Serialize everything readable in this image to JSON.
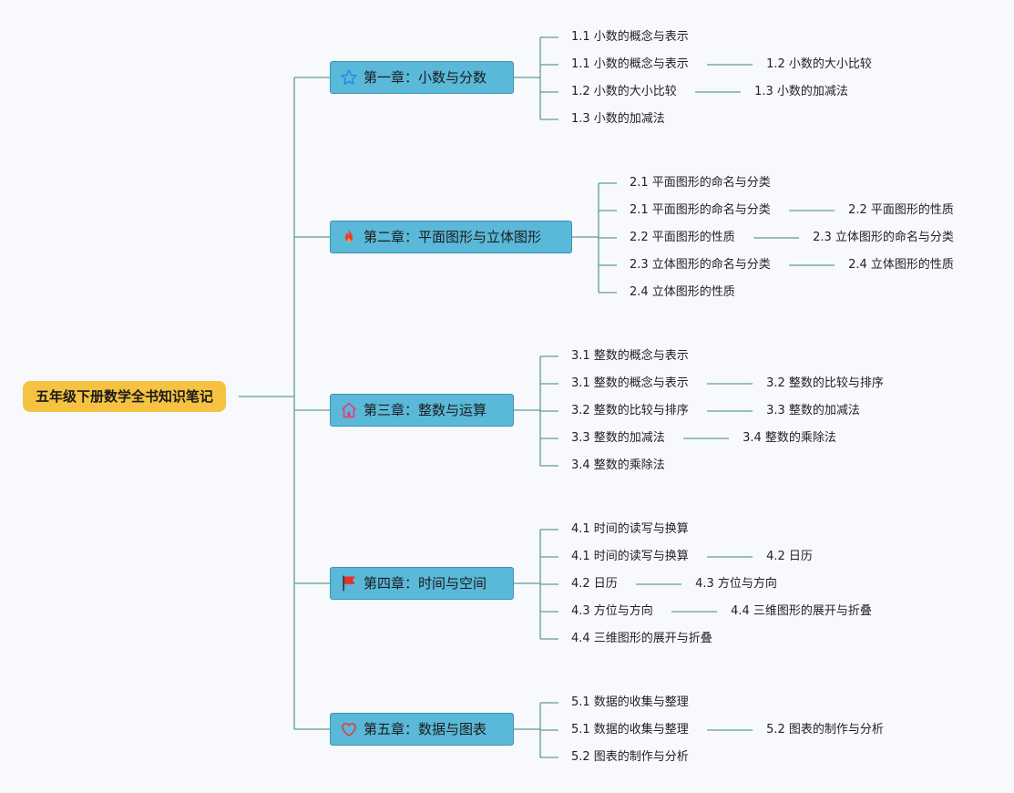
{
  "root": {
    "title": "五年级下册数学全书知识笔记"
  },
  "chapters": [
    {
      "title": "第一章：小数与分数",
      "icon": "star-icon",
      "icon_color": "#1e90e0",
      "items": [
        {
          "text": "1.1 小数的概念与表示"
        },
        {
          "text": "1.1 小数的概念与表示",
          "next": "1.2 小数的大小比较"
        },
        {
          "text": "1.2 小数的大小比较",
          "next": "1.3 小数的加减法"
        },
        {
          "text": "1.3 小数的加减法"
        }
      ]
    },
    {
      "title": "第二章：平面图形与立体图形",
      "icon": "fire-icon",
      "icon_color": "#e8402a",
      "items": [
        {
          "text": "2.1 平面图形的命名与分类"
        },
        {
          "text": "2.1 平面图形的命名与分类",
          "next": "2.2 平面图形的性质"
        },
        {
          "text": "2.2 平面图形的性质",
          "next": "2.3 立体图形的命名与分类"
        },
        {
          "text": "2.3 立体图形的命名与分类",
          "next": "2.4 立体图形的性质"
        },
        {
          "text": "2.4 立体图形的性质"
        }
      ]
    },
    {
      "title": "第三章：整数与运算",
      "icon": "home-icon",
      "icon_color": "#e0407a",
      "items": [
        {
          "text": "3.1 整数的概念与表示"
        },
        {
          "text": "3.1 整数的概念与表示",
          "next": "3.2 整数的比较与排序"
        },
        {
          "text": "3.2 整数的比较与排序",
          "next": "3.3 整数的加减法"
        },
        {
          "text": "3.3 整数的加减法",
          "next": "3.4 整数的乘除法"
        },
        {
          "text": "3.4 整数的乘除法"
        }
      ]
    },
    {
      "title": "第四章：时间与空间",
      "icon": "flag-icon",
      "icon_color": "#e8302a",
      "items": [
        {
          "text": "4.1 时间的读写与换算"
        },
        {
          "text": "4.1 时间的读写与换算",
          "next": "4.2 日历"
        },
        {
          "text": "4.2 日历",
          "next": "4.3 方位与方向"
        },
        {
          "text": "4.3 方位与方向",
          "next": "4.4 三维图形的展开与折叠"
        },
        {
          "text": "4.4 三维图形的展开与折叠"
        }
      ]
    },
    {
      "title": "第五章：数据与图表",
      "icon": "heart-icon",
      "icon_color": "#e04040",
      "items": [
        {
          "text": "5.1 数据的收集与整理"
        },
        {
          "text": "5.1 数据的收集与整理",
          "next": "5.2 图表的制作与分析"
        },
        {
          "text": "5.2 图表的制作与分析"
        }
      ]
    }
  ],
  "colors": {
    "line": "#5f9e92",
    "root_bg": "#f5c242",
    "chapter_bg": "#5ab8d8"
  }
}
